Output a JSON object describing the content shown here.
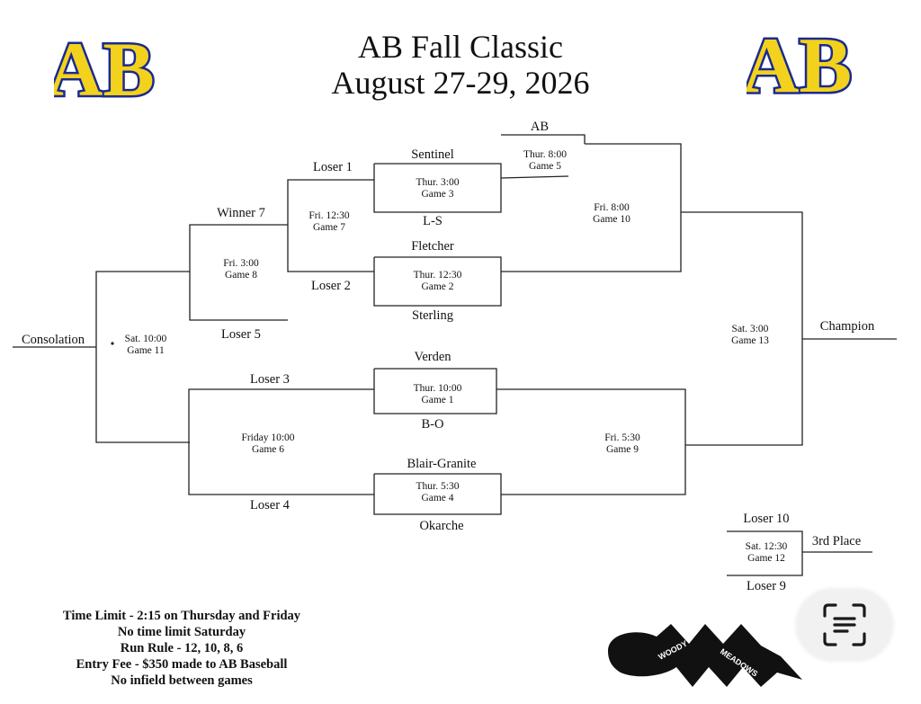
{
  "header": {
    "title": "AB Fall Classic",
    "dates": "August 27-29, 2026"
  },
  "logo": {
    "text": "AB",
    "fill_color": "#f2d21c",
    "outline_color": "#1b2a8f"
  },
  "bracket": {
    "top_seed": "AB",
    "teams": {
      "sentinel": "Sentinel",
      "ls": "L-S",
      "fletcher": "Fletcher",
      "sterling": "Sterling",
      "verden": "Verden",
      "bo": "B-O",
      "blair_granite": "Blair-Granite",
      "okarche": "Okarche"
    },
    "labels": {
      "loser1": "Loser 1",
      "loser2": "Loser 2",
      "loser3": "Loser 3",
      "loser4": "Loser 4",
      "loser5": "Loser 5",
      "loser9": "Loser 9",
      "loser10": "Loser 10",
      "winner7": "Winner 7",
      "consolation": "Consolation",
      "champion": "Champion",
      "third_place": "3rd Place"
    },
    "games": {
      "g1": {
        "time": "Thur. 10:00",
        "name": "Game 1"
      },
      "g2": {
        "time": "Thur. 12:30",
        "name": "Game 2"
      },
      "g3": {
        "time": "Thur. 3:00",
        "name": "Game 3"
      },
      "g4": {
        "time": "Thur. 5:30",
        "name": "Game 4"
      },
      "g5": {
        "time": "Thur. 8:00",
        "name": "Game 5"
      },
      "g6": {
        "time": "Friday 10:00",
        "name": "Game 6"
      },
      "g7": {
        "time": "Fri. 12:30",
        "name": "Game 7"
      },
      "g8": {
        "time": "Fri. 3:00",
        "name": "Game 8"
      },
      "g9": {
        "time": "Fri. 5:30",
        "name": "Game 9"
      },
      "g10": {
        "time": "Fri. 8:00",
        "name": "Game 10"
      },
      "g11": {
        "time": "Sat. 10:00",
        "name": "Game 11"
      },
      "g12": {
        "time": "Sat. 12:30",
        "name": "Game 12"
      },
      "g13": {
        "time": "Sat. 3:00",
        "name": "Game 13"
      }
    }
  },
  "rules": [
    "Time Limit - 2:15 on Thursday and Friday",
    "No time limit Saturday",
    "Run Rule - 12, 10, 8, 6",
    "Entry Fee - $350 made to AB Baseball",
    "No infield between games"
  ],
  "sponsor_logo": {
    "text_left": "WOODY",
    "text_right": "MEADOWS"
  },
  "lens_button": {
    "icon": "scan-text-icon"
  }
}
